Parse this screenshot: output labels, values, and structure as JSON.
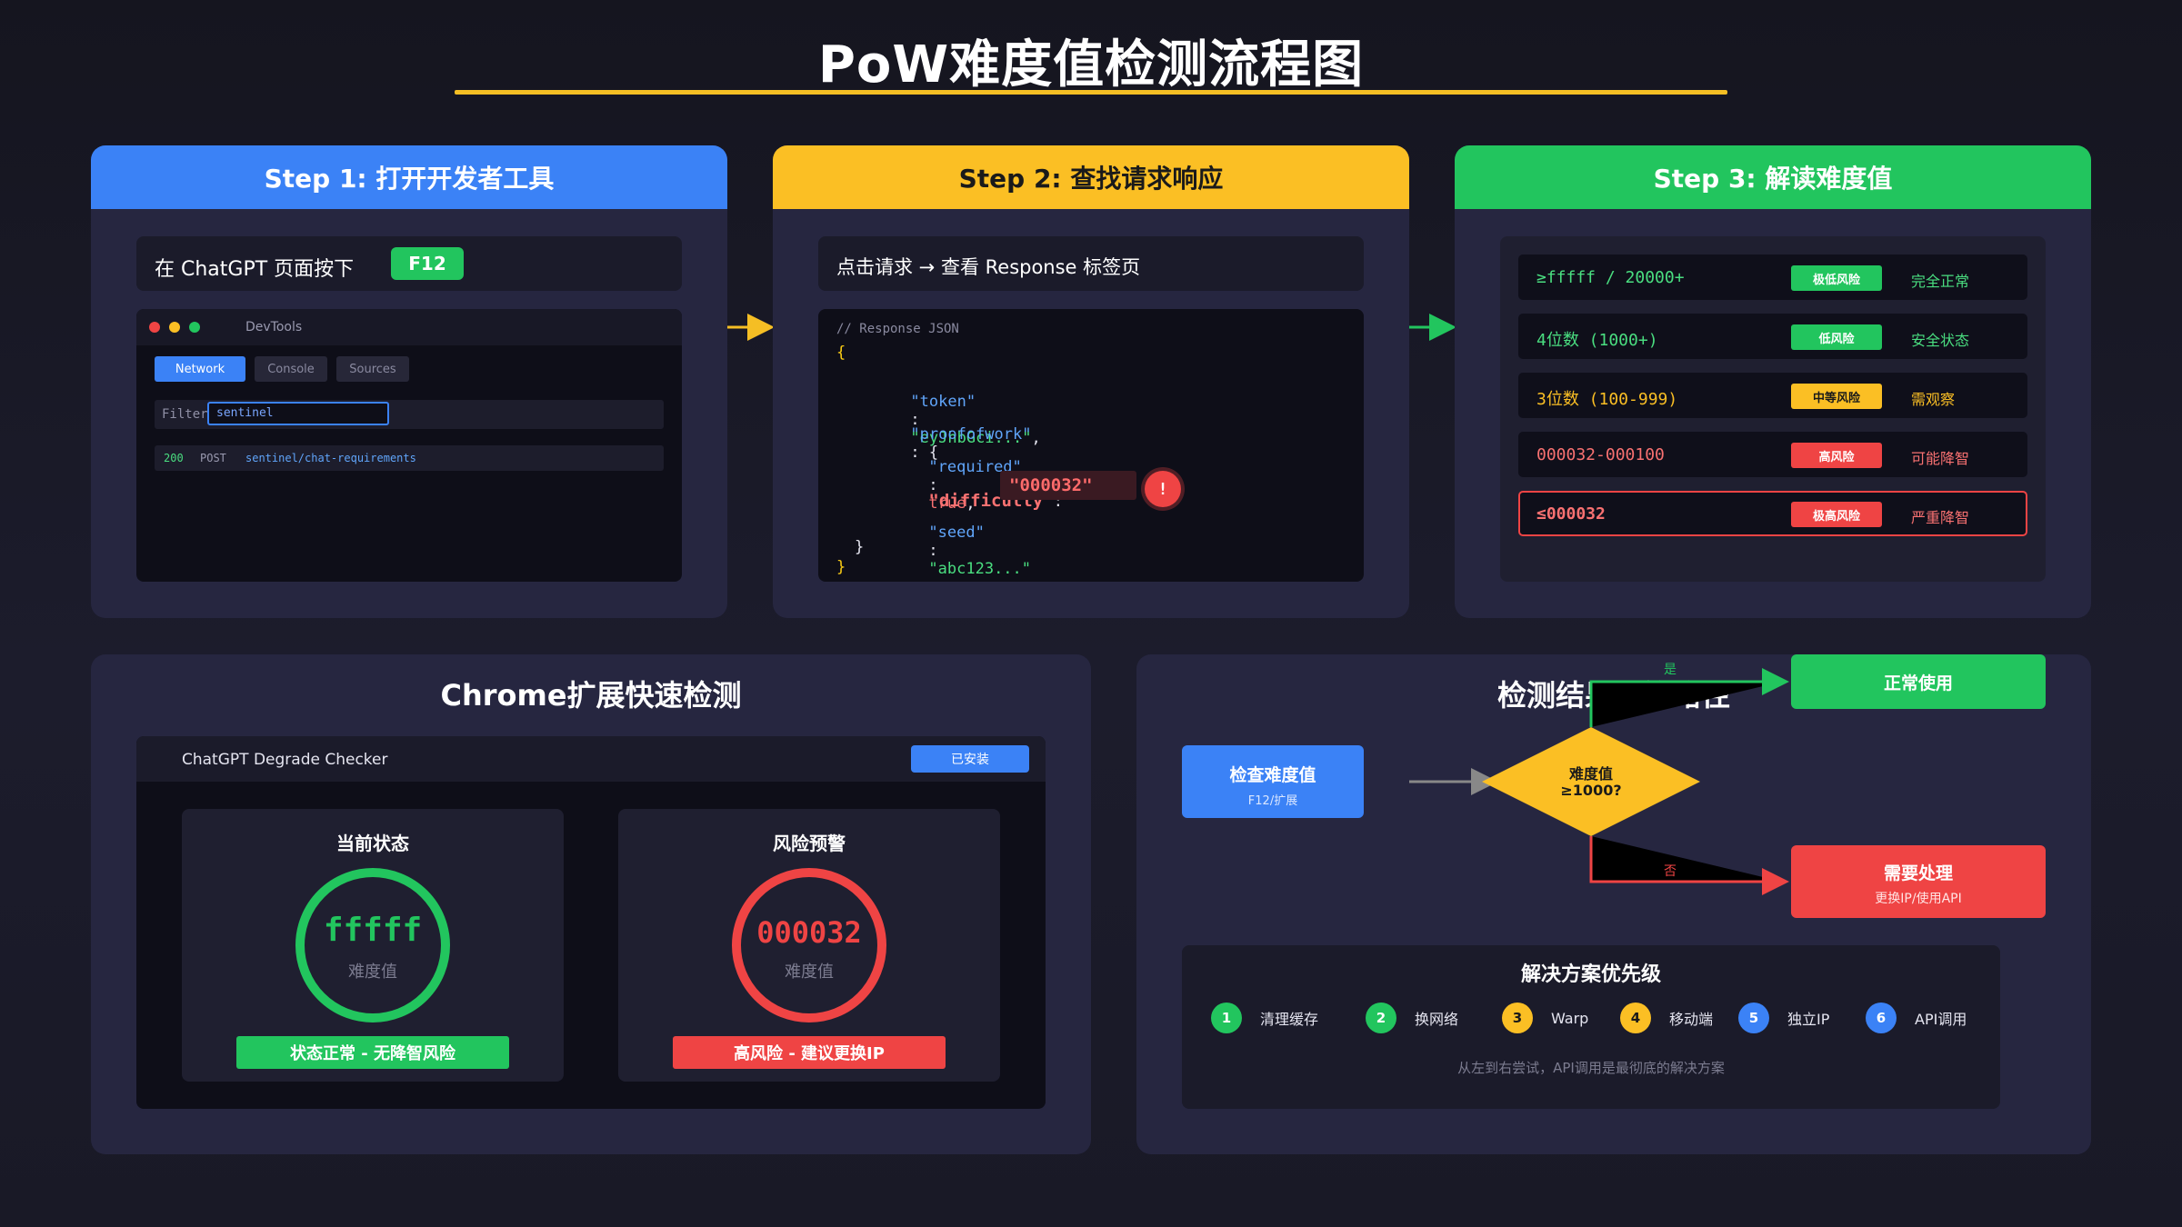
{
  "title": "PoW难度值检测流程图",
  "colors": {
    "accent": "#f5be24",
    "blue": "#3b82f6",
    "yellow": "#fbbf24",
    "green": "#22c55e",
    "red": "#ef4444"
  },
  "step1": {
    "header": "Step 1: 打开开发者工具",
    "press_text": "在 ChatGPT 页面按下",
    "key": "F12",
    "devtools": {
      "title": "DevTools",
      "tabs": [
        "Network",
        "Console",
        "Sources"
      ],
      "filter_label": "Filter",
      "filter_value": "sentinel",
      "request": {
        "status": "200",
        "method": "POST",
        "path": "sentinel/chat-requirements"
      }
    }
  },
  "step2": {
    "header": "Step 2: 查找请求响应",
    "instruction": "点击请求 → 查看 Response 标签页",
    "code": {
      "comment": "// Response JSON",
      "open_brace": "{",
      "token_key": "\"token\"",
      "token_val": "\"eyJhbGci...\"",
      "pow_key": "\"proofofwork\"",
      "pow_open": ": {",
      "required_key": "\"required\"",
      "required_val": "true",
      "difficulty_key": "\"difficulty\"",
      "difficulty_val": "\"000032\"",
      "seed_key": "\"seed\"",
      "seed_val": "\"abc123...\"",
      "inner_close": "}",
      "close_brace": "}",
      "colon": ":",
      "comma": ","
    },
    "alert": "!"
  },
  "step3": {
    "header": "Step 3: 解读难度值",
    "rows": [
      {
        "range": "≥fffff / 20000+",
        "badge": "极低风险",
        "desc": "完全正常",
        "color": "#22c55e"
      },
      {
        "range": "4位数 (1000+)",
        "badge": "低风险",
        "desc": "安全状态",
        "color": "#22c55e"
      },
      {
        "range": "3位数 (100-999)",
        "badge": "中等风险",
        "desc": "需观察",
        "color": "#fbbf24"
      },
      {
        "range": "000032-000100",
        "badge": "高风险",
        "desc": "可能降智",
        "color": "#ef4444"
      },
      {
        "range": "≤000032",
        "badge": "极高风险",
        "desc": "严重降智",
        "color": "#ef4444"
      }
    ]
  },
  "chrome": {
    "title": "Chrome扩展快速检测",
    "extension_name": "ChatGPT Degrade Checker",
    "installed": "已安装",
    "current": {
      "title": "当前状态",
      "value": "fffff",
      "label": "难度值",
      "status": "状态正常 - 无降智风险"
    },
    "warning": {
      "title": "风险预警",
      "value": "000032",
      "label": "难度值",
      "status": "高风险 - 建议更换IP"
    }
  },
  "decision": {
    "title": "检测结果决策路径",
    "check": {
      "title": "检查难度值",
      "sub": "F12/扩展"
    },
    "diamond_line1": "难度值",
    "diamond_line2": "≥1000?",
    "yes": "是",
    "no": "否",
    "ok": "正常使用",
    "fix": {
      "title": "需要处理",
      "sub": "更换IP/使用API"
    },
    "priority": {
      "title": "解决方案优先级",
      "items": [
        {
          "num": "1",
          "label": "清理缓存",
          "color": "#22c55e"
        },
        {
          "num": "2",
          "label": "换网络",
          "color": "#22c55e"
        },
        {
          "num": "3",
          "label": "Warp",
          "color": "#fbbf24"
        },
        {
          "num": "4",
          "label": "移动端",
          "color": "#fbbf24"
        },
        {
          "num": "5",
          "label": "独立IP",
          "color": "#3b82f6"
        },
        {
          "num": "6",
          "label": "API调用",
          "color": "#3b82f6"
        }
      ],
      "note": "从左到右尝试，API调用是最彻底的解决方案"
    }
  }
}
